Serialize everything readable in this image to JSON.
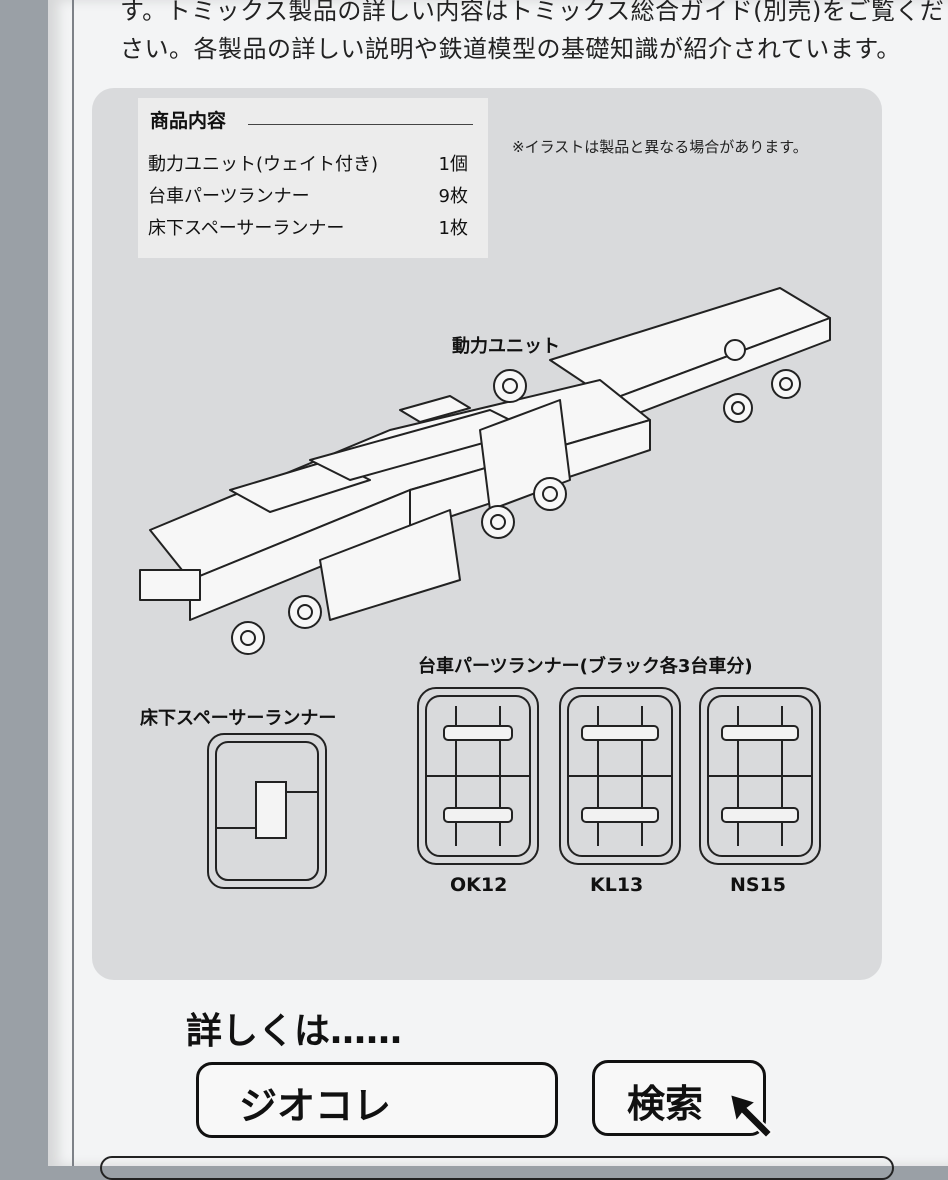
{
  "intro": {
    "line1": "す。トミックス製品の詳しい内容はトミックス総合ガイド(別売)をご覧くだ",
    "line2": "さい。各製品の詳しい説明や鉄道模型の基礎知識が紹介されています。"
  },
  "contents": {
    "title": "商品内容",
    "items": [
      {
        "name": "動力ユニット(ウェイト付き)",
        "qty": "1個"
      },
      {
        "name": "台車パーツランナー",
        "qty": "9枚"
      },
      {
        "name": "床下スペーサーランナー",
        "qty": "1枚"
      }
    ]
  },
  "note": "※イラストは製品と異なる場合があります。",
  "diagram": {
    "motor_label": "動力ユニット",
    "bogie_label": "台車パーツランナー(ブラック各3台車分)",
    "spacer_label": "床下スペーサーランナー",
    "codes": [
      "OK12",
      "KL13",
      "NS15"
    ]
  },
  "footer": {
    "detail_text": "詳しくは……",
    "search_term": "ジオコレ",
    "search_button": "検索"
  },
  "colors": {
    "panel": "#d9dadc",
    "paper": "#f3f4f5",
    "ink": "#111111"
  }
}
